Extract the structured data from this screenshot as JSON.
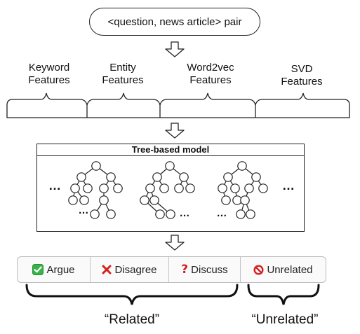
{
  "input": {
    "label": "<question, news article> pair"
  },
  "features": [
    {
      "line1": "Keyword",
      "line2": "Features"
    },
    {
      "line1": "Entity",
      "line2": "Features"
    },
    {
      "line1": "Word2vec",
      "line2": "Features"
    },
    {
      "line1": "SVD",
      "line2": "Features"
    }
  ],
  "model": {
    "title": "Tree-based model",
    "ellipsis": "…"
  },
  "outputs": [
    {
      "label": "Argue",
      "icon": "check-icon",
      "color": "#33b233"
    },
    {
      "label": "Disagree",
      "icon": "cross-icon",
      "color": "#d42020"
    },
    {
      "label": "Discuss",
      "icon": "question-icon",
      "color": "#d42020"
    },
    {
      "label": "Unrelated",
      "icon": "no-entry-icon",
      "color": "#d42020"
    }
  ],
  "groups": {
    "related": "“Related”",
    "unrelated": "“Unrelated”"
  }
}
